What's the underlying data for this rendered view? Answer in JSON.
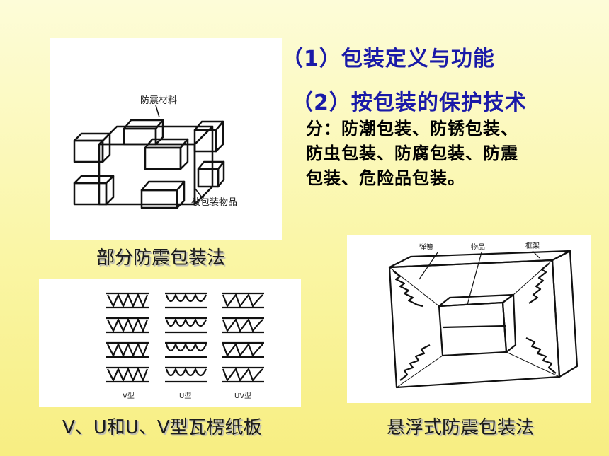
{
  "headings": {
    "item1": "（1）包装定义与功能",
    "item2": "（2）按包装的保护技术",
    "item2_detail": [
      "分：防潮包装、防锈包装、",
      "防虫包装、防腐包装、防震",
      "包装、危险品包装。"
    ]
  },
  "figures": {
    "shockproof": {
      "label_material": "防震材料",
      "label_item": "被包装物品",
      "caption": "部分防震包装法"
    },
    "corrugated": {
      "label_v": "V型",
      "label_u": "U型",
      "label_uv": "UV型",
      "caption": "V、U和U、V型瓦楞纸板"
    },
    "suspension": {
      "label_spring": "弹簧",
      "label_item": "物品",
      "label_frame": "框架",
      "caption": "悬浮式防震包装法"
    }
  },
  "colors": {
    "heading": "#1a1aa8",
    "background": "#faf6a6"
  }
}
